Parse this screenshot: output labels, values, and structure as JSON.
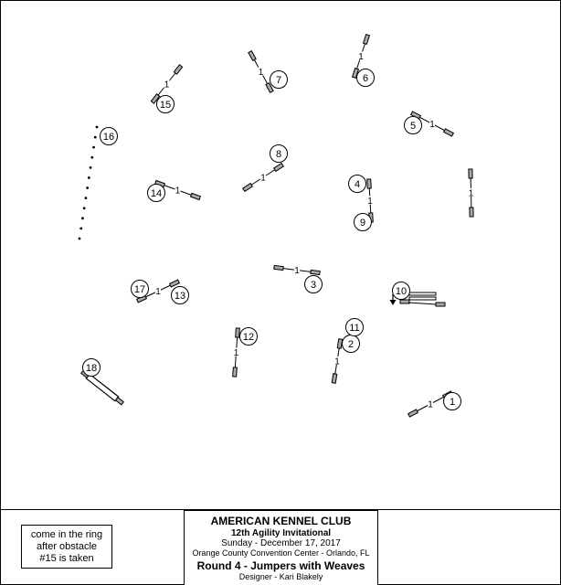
{
  "obstacles": [
    {
      "kind": "jump",
      "number": "1",
      "jump_label": "1"
    },
    {
      "kind": "jump",
      "number": "2",
      "jump_label": "1"
    },
    {
      "kind": "jump",
      "number": "3",
      "jump_label": "1"
    },
    {
      "kind": "jump",
      "number": "4",
      "jump_label": "1"
    },
    {
      "kind": "jump",
      "number": "5",
      "jump_label": "1"
    },
    {
      "kind": "jump",
      "number": "6",
      "jump_label": "1"
    },
    {
      "kind": "jump",
      "number": "7",
      "jump_label": "1"
    },
    {
      "kind": "jump",
      "number": "8",
      "jump_label": "1"
    },
    {
      "kind": "jump",
      "number": "9"
    },
    {
      "kind": "broad-jump",
      "number": "10"
    },
    {
      "kind": "jump",
      "number": "11"
    },
    {
      "kind": "jump",
      "number": "12",
      "jump_label": "1"
    },
    {
      "kind": "jump",
      "number": "13",
      "jump_label": "1"
    },
    {
      "kind": "jump",
      "number": "14",
      "jump_label": "1"
    },
    {
      "kind": "jump",
      "number": "15",
      "jump_label": "1"
    },
    {
      "kind": "weaves",
      "number": "16"
    },
    {
      "kind": "jump",
      "number": "17"
    },
    {
      "kind": "tire",
      "number": "18"
    },
    {
      "kind": "jump",
      "jump_label": "1"
    }
  ],
  "note": {
    "lines": [
      "come in the ring",
      "after obstacle",
      "#15 is taken"
    ]
  },
  "title_block": {
    "club": "AMERICAN KENNEL CLUB",
    "event": "12th Agility Invitational",
    "date": "Sunday - December 17, 2017",
    "venue": "Orange County Convention Center - Orlando, FL",
    "round": "Round 4 - Jumpers with Weaves",
    "designer": "Designer - Kari Blakely"
  }
}
